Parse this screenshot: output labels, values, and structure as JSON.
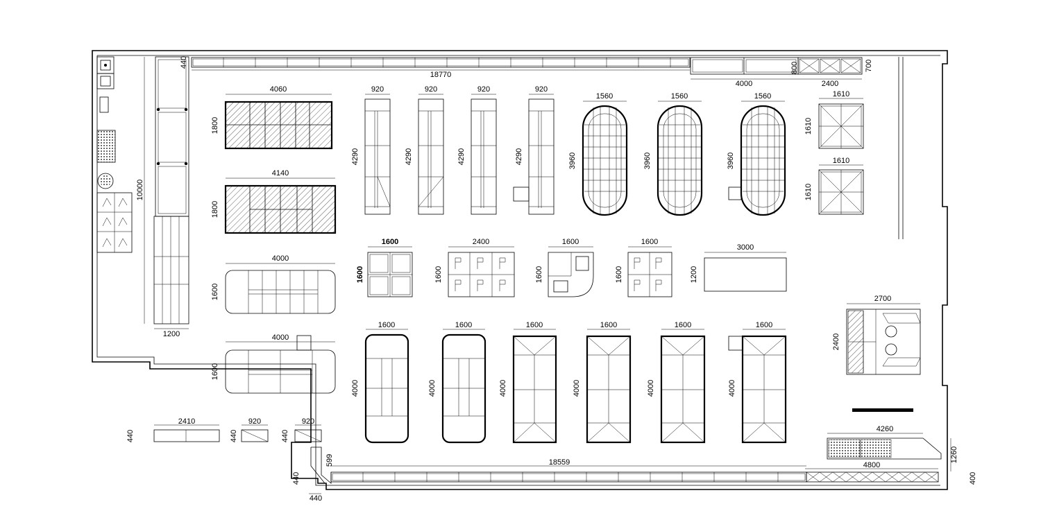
{
  "dimensions": {
    "top_run": "18770",
    "bottom_run": "18559",
    "left_run": "10000",
    "w1200": "1200",
    "w440": "440",
    "w599": "599",
    "r4000": "4000",
    "r2400": "2400",
    "r800": "800",
    "r700": "700",
    "f4060": "4060",
    "f1800": "1800",
    "f4140": "4140",
    "f4000": "4000",
    "f1600": "1600",
    "s920": "920",
    "s4290": "4290",
    "o1560": "1560",
    "o3960": "3960",
    "q1610": "1610",
    "m1600": "1600",
    "m2400": "2400",
    "m3000": "3000",
    "m1200": "1200",
    "d2700": "2700",
    "d2400": "2400",
    "b2410": "2410",
    "b920": "920",
    "b440": "440",
    "n4260": "4260",
    "n4800": "4800",
    "n1260": "1260",
    "n400": "400"
  },
  "colors": {
    "line": "#000000",
    "background": "#ffffff"
  }
}
